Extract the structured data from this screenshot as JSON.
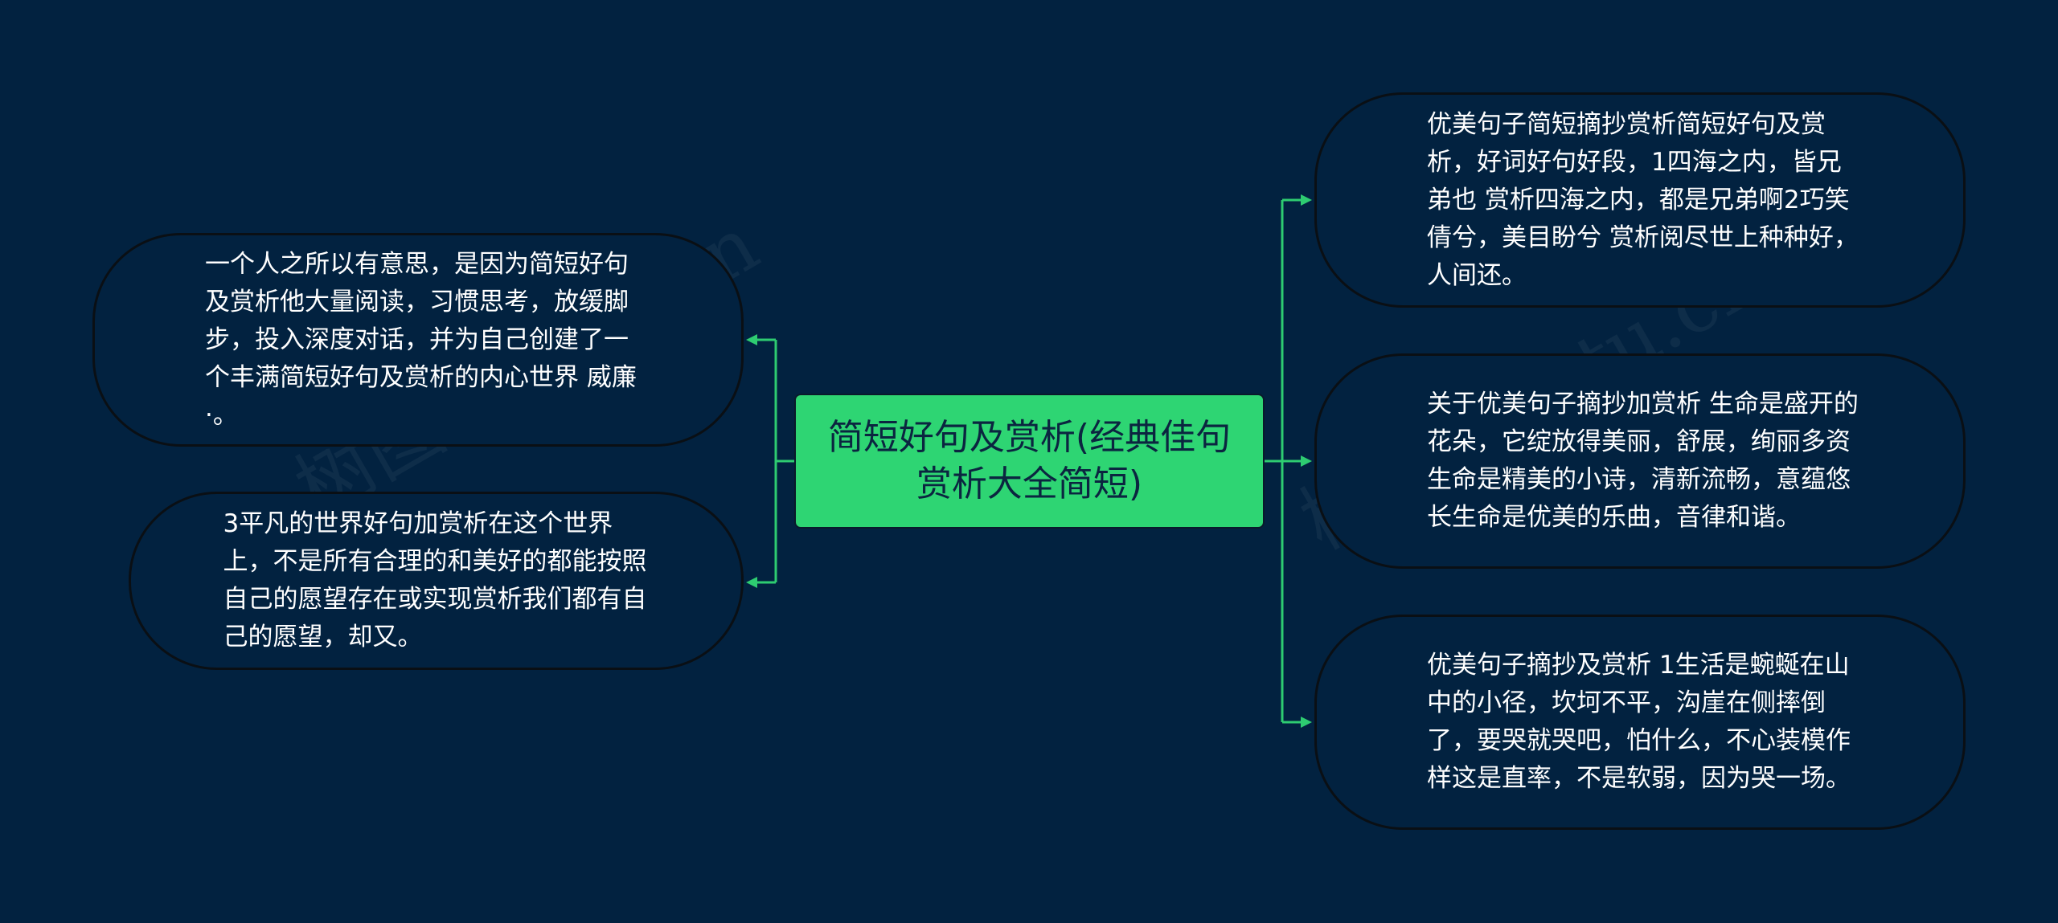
{
  "diagram": {
    "central": {
      "text": "简短好句及赏析(经典佳句赏析大全简短)"
    },
    "left": [
      {
        "text": "一个人之所以有意思，是因为简短好句及赏析他大量阅读，习惯思考，放缓脚步，投入深度对话，并为自己创建了一个丰满简短好句及赏析的内心世界  威廉·。"
      },
      {
        "text": "3平凡的世界好句加赏析在这个世界上，不是所有合理的和美好的都能按照自己的愿望存在或实现赏析我们都有自己的愿望，却又。"
      }
    ],
    "right": [
      {
        "text": "优美句子简短摘抄赏析简短好句及赏析，好词好句好段，1四海之内，皆兄弟也 赏析四海之内，都是兄弟啊2巧笑倩兮，美目盼兮 赏析阅尽世上种种好，人间还。"
      },
      {
        "text": "关于优美句子摘抄加赏析 生命是盛开的花朵，它绽放得美丽，舒展，绚丽多资生命是精美的小诗，清新流畅，意蕴悠长生命是优美的乐曲，音律和谐。"
      },
      {
        "text": "优美句子摘抄及赏析 1生活是蜿蜒在山中的小径，坎坷不平，沟崖在侧摔倒了，要哭就哭吧，怕什么，不心装模作样这是直率，不是软弱，因为哭一场。"
      }
    ],
    "colors": {
      "background": "#022240",
      "central_fill": "#2ed573",
      "connector": "#2ecc71",
      "leaf_border": "#0a0f14",
      "text": "#ffffff"
    }
  },
  "watermark": {
    "text": "树图 shutu.cn"
  }
}
